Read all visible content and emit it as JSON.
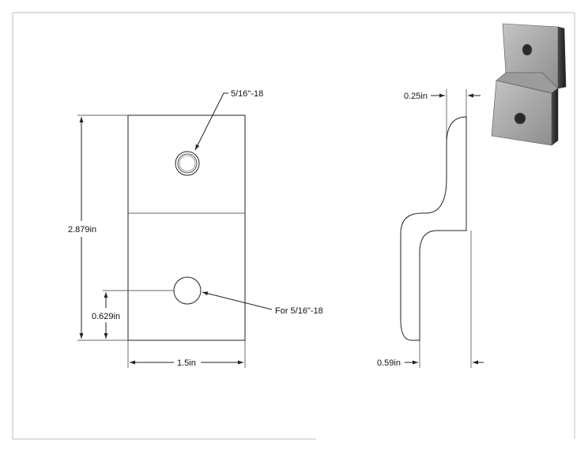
{
  "front_view": {
    "thread_note": "5/16\"-18",
    "hole_note": "For 5/16\"-18",
    "height_dim": "2.879in",
    "hole_height_dim": "0.629in",
    "width_dim": "1.5in"
  },
  "side_view": {
    "thickness_dim": "0.25in",
    "offset_dim": "0.59in"
  },
  "colors": {
    "line": "#222222",
    "border": "#bfbfbf",
    "part_face": "#a9a9a9",
    "part_edge": "#3a3a3a"
  }
}
